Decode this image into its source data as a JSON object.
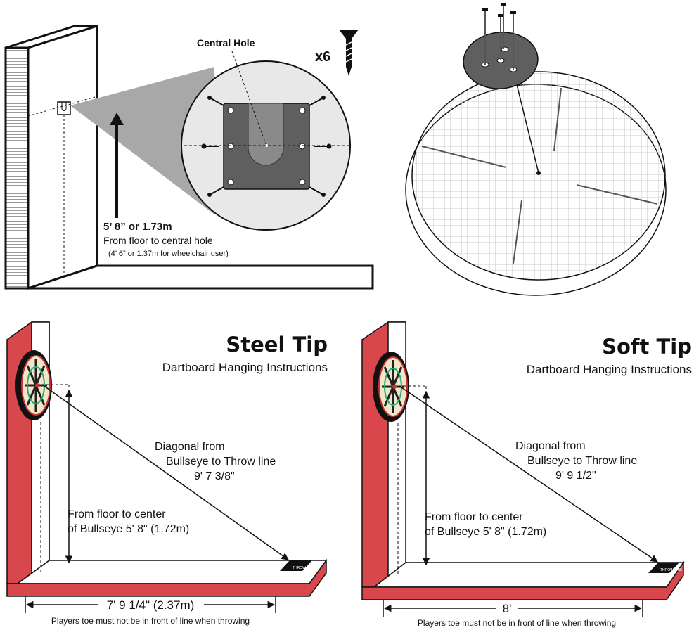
{
  "mounting": {
    "central_hole_label": "Central Hole",
    "screw_count": "x6",
    "height_main": "5’ 8” or 1.73m",
    "height_sub": "From floor to central hole",
    "height_note": "(4’ 6” or 1.37m for wheelchair user)"
  },
  "steel_tip": {
    "title": "Steel Tip",
    "subtitle": "Dartboard Hanging Instructions",
    "diagonal_label_1": "Diagonal from",
    "diagonal_label_2": "Bullseye to Throw line",
    "diagonal_value": "9' 7 3/8\"",
    "floor_label_1": "From floor to center",
    "floor_label_2": "of Bullseye  5' 8\" (1.72m)",
    "distance": "7' 9 1/4\" (2.37m)",
    "footnote": "Players toe must not be in front of line when throwing",
    "oche_label": "THROW LINE"
  },
  "soft_tip": {
    "title": "Soft Tip",
    "subtitle": "Dartboard Hanging Instructions",
    "diagonal_label_1": "Diagonal from",
    "diagonal_label_2": "Bullseye to Throw line",
    "diagonal_value": "9' 9 1/2\"",
    "floor_label_1": "From floor to center",
    "floor_label_2": "of Bullseye  5' 8\" (1.72m)",
    "distance": "8'",
    "footnote": "Players toe must not be in front of line when throwing",
    "oche_label": "THROW LINE"
  },
  "colors": {
    "wall_red": "#d8474c",
    "plate_gray": "#5f5f5f",
    "ink": "#111111"
  }
}
